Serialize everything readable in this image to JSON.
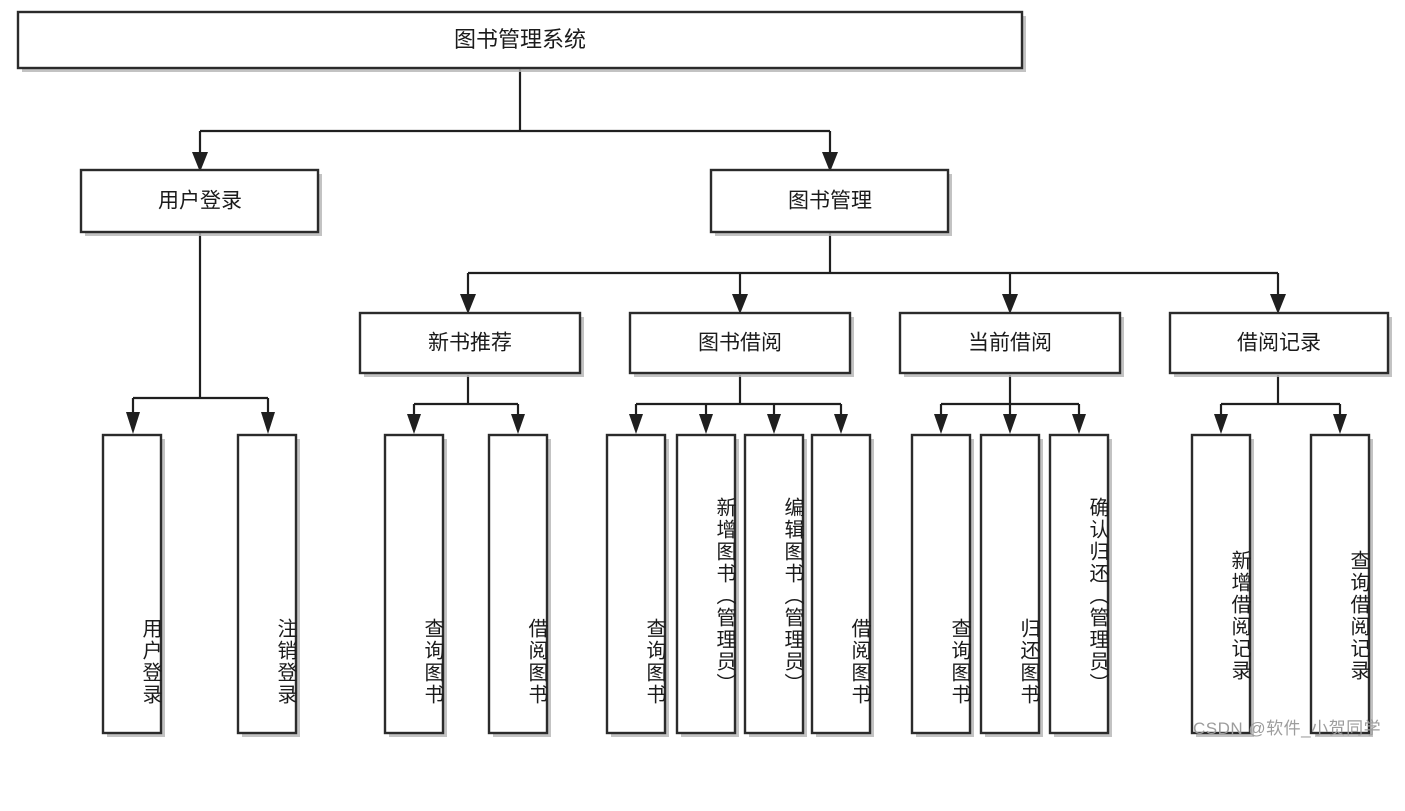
{
  "diagram": {
    "type": "tree-hierarchy",
    "title": "图书管理系统",
    "orientation": "top-down",
    "colors": {
      "box_fill": "#ffffff",
      "box_stroke": "#2b2b2b",
      "edge": "#1f1f1f",
      "text": "#1b1b1b",
      "watermark": "#9d9d9d",
      "background": "#ffffff"
    },
    "root": {
      "id": "root",
      "label": "图书管理系统",
      "level": 0
    },
    "level2": [
      {
        "id": "user-login",
        "label": "用户登录"
      },
      {
        "id": "book-manage",
        "label": "图书管理"
      }
    ],
    "level3": [
      {
        "id": "new-book-rec",
        "label": "新书推荐",
        "parent": "book-manage"
      },
      {
        "id": "book-borrow",
        "label": "图书借阅",
        "parent": "book-manage"
      },
      {
        "id": "current-borrow",
        "label": "当前借阅",
        "parent": "book-manage"
      },
      {
        "id": "borrow-record",
        "label": "借阅记录",
        "parent": "book-manage"
      }
    ],
    "leaves": [
      {
        "id": "leaf-user-login",
        "label": "用户登录",
        "parent": "user-login"
      },
      {
        "id": "leaf-logout",
        "label": "注销登录",
        "parent": "user-login"
      },
      {
        "id": "leaf-query-book-1",
        "label": "查询图书",
        "parent": "new-book-rec"
      },
      {
        "id": "leaf-borrow-book-1",
        "label": "借阅图书",
        "parent": "new-book-rec"
      },
      {
        "id": "leaf-query-book-2",
        "label": "查询图书",
        "parent": "book-borrow"
      },
      {
        "id": "leaf-add-book",
        "label": "新增图书（管理员）",
        "parent": "book-borrow"
      },
      {
        "id": "leaf-edit-book",
        "label": "编辑图书（管理员）",
        "parent": "book-borrow"
      },
      {
        "id": "leaf-borrow-book-2",
        "label": "借阅图书",
        "parent": "book-borrow"
      },
      {
        "id": "leaf-query-book-3",
        "label": "查询图书",
        "parent": "current-borrow"
      },
      {
        "id": "leaf-return-book",
        "label": "归还图书",
        "parent": "current-borrow"
      },
      {
        "id": "leaf-confirm-return",
        "label": "确认归还（管理员）",
        "parent": "current-borrow"
      },
      {
        "id": "leaf-add-record",
        "label": "新增借阅记录",
        "parent": "borrow-record"
      },
      {
        "id": "leaf-query-record",
        "label": "查询借阅记录",
        "parent": "borrow-record"
      }
    ],
    "watermark": "CSDN @软件_小贺同学"
  }
}
